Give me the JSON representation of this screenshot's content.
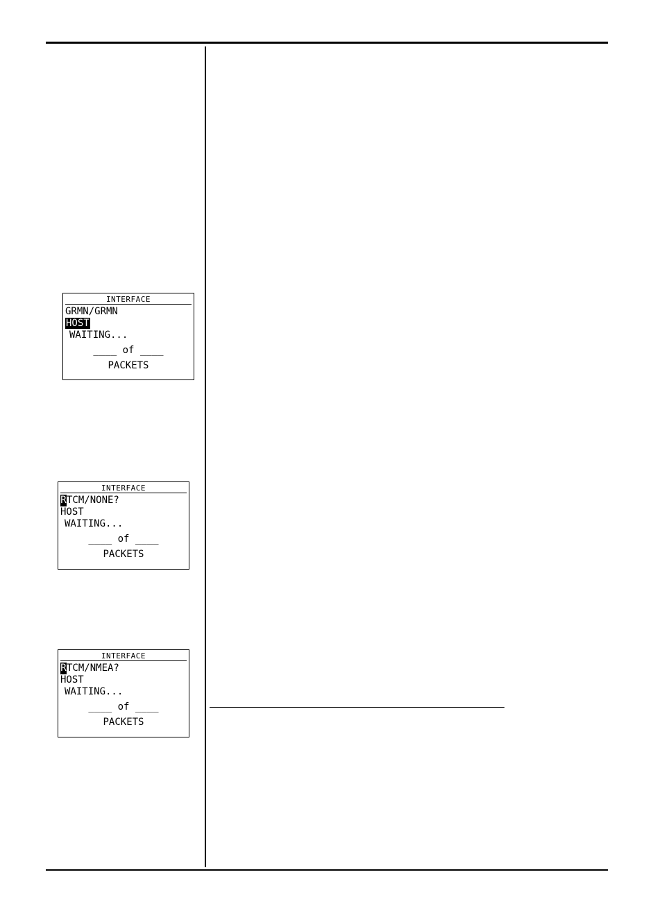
{
  "screens": [
    {
      "title": "INTERFACE",
      "line1": "GRMN/GRMN",
      "line2": "HOST",
      "line3": "WAITING...",
      "line4": "____ of ____",
      "line5": "PACKETS"
    },
    {
      "title": "INTERFACE",
      "line1_cursor": "R",
      "line1_rest": "TCM/NONE?",
      "line2": "HOST",
      "line3": "WAITING...",
      "line4": "____ of ____",
      "line5": "PACKETS"
    },
    {
      "title": "INTERFACE",
      "line1_cursor": "R",
      "line1_rest": "TCM/NMEA?",
      "line2": "HOST",
      "line3": "WAITING...",
      "line4": "____ of ____",
      "line5": "PACKETS"
    }
  ]
}
